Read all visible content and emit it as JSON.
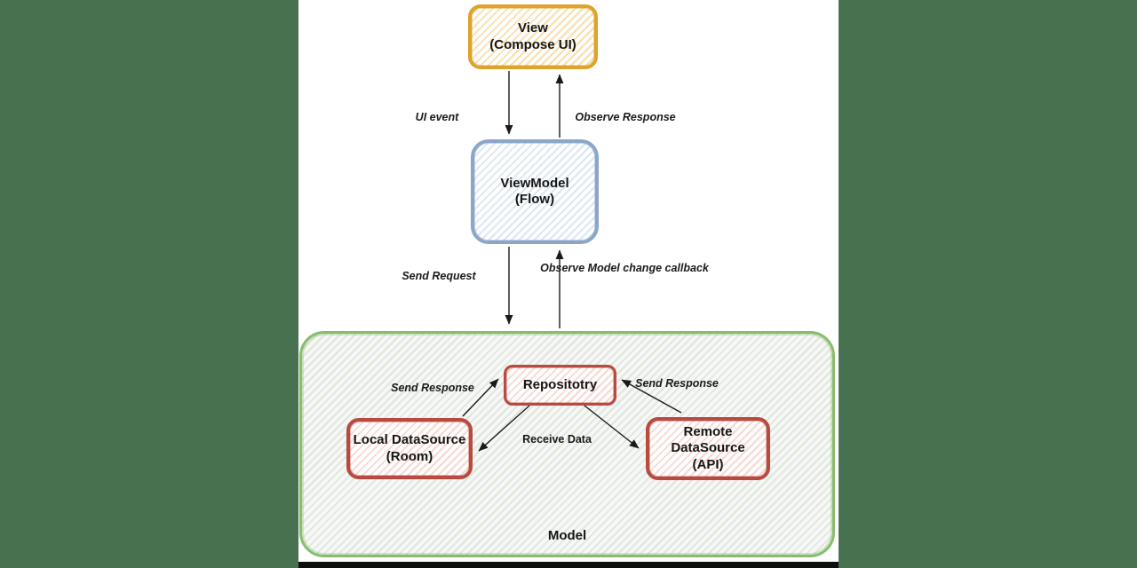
{
  "diagram": {
    "title_semantic": "MVVM architecture diagram",
    "colors": {
      "side_background": "#48714F",
      "canvas_background": "#ffffff",
      "bottom_strip": "#0d0f0d",
      "view_border": "#DFA22B",
      "viewmodel_border": "#8BA6CA",
      "model_border": "#87BD6C",
      "datasource_border": "#B84A40",
      "arrow": "#1a1a1a"
    },
    "nodes": {
      "view": {
        "line1": "View",
        "line2": "(Compose UI)"
      },
      "viewmodel": {
        "line1": "ViewModel",
        "line2": "(Flow)"
      },
      "model": {
        "label": "Model"
      },
      "repository": {
        "label": "Repositotry"
      },
      "local_datasource": {
        "line1": "Local DataSource",
        "line2": "(Room)"
      },
      "remote_datasource": {
        "line1": "Remote",
        "line2": "DataSource",
        "line3": "(API)"
      }
    },
    "edge_labels": {
      "ui_event": "UI event",
      "observe_response": "Observe Response",
      "send_request": "Send Request",
      "observe_model_line1": "Observe Model",
      "observe_model_line2": "change callback",
      "send_response_left": "Send Response",
      "send_response_right": "Send Response",
      "receive_data": "Receive Data"
    }
  }
}
